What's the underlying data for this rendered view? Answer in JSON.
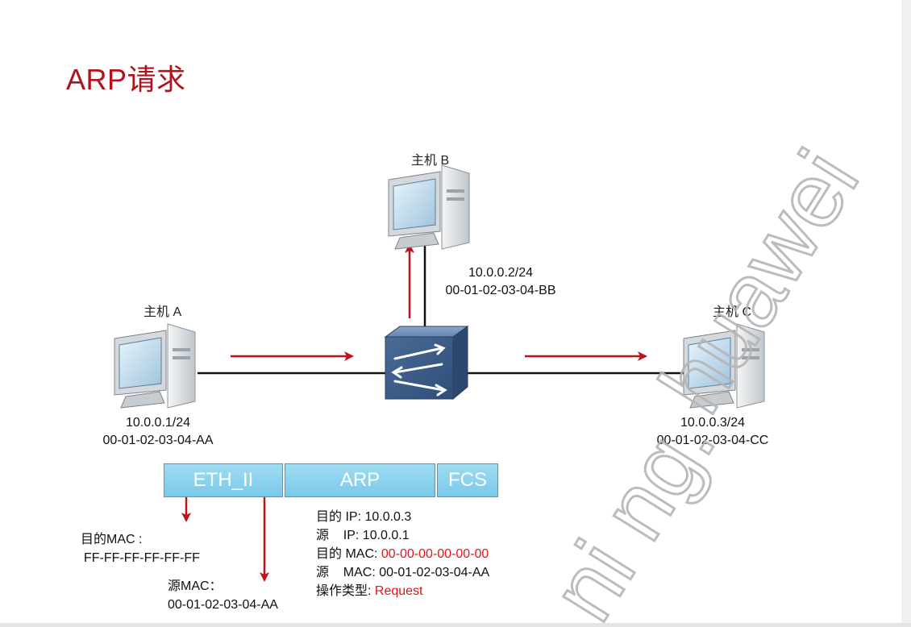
{
  "title": "ARP请求",
  "hosts": {
    "a": {
      "label": "主机 A",
      "ip": "10.0.0.1/24",
      "mac": "00-01-02-03-04-AA"
    },
    "b": {
      "label": "主机 B",
      "ip": "10.0.0.2/24",
      "mac": "00-01-02-03-04-BB"
    },
    "c": {
      "label": "主机 C",
      "ip": "10.0.0.3/24",
      "mac": "00-01-02-03-04-CC"
    }
  },
  "frame": {
    "eth": "ETH_II",
    "arp": "ARP",
    "fcs": "FCS"
  },
  "eth_fields": {
    "dst_label": "目的MAC :",
    "dst_value": "FF-FF-FF-FF-FF-FF",
    "src_label": "源MAC：",
    "src_value": "00-01-02-03-04-AA"
  },
  "arp_fields": {
    "dst_ip_label": "目的 IP: ",
    "dst_ip_value": "10.0.0.3",
    "src_ip_label": "源    IP: ",
    "src_ip_value": "10.0.0.1",
    "dst_mac_label": "目的 MAC: ",
    "dst_mac_value": "00-00-00-00-00-00",
    "src_mac_label": "源    MAC: ",
    "src_mac_value": "00-01-02-03-04-AA",
    "op_label": "操作类型: ",
    "op_value": "Request"
  },
  "watermark": "huawei",
  "watermark_tail": "ni ng.",
  "colors": {
    "title": "#b1121b",
    "arrow": "#c0101a",
    "highlight": "#e3141b",
    "frame_cell": "#8fd4f0",
    "switch": "#3d5f8c"
  },
  "icons": [
    "pc-icon",
    "switch-icon"
  ]
}
